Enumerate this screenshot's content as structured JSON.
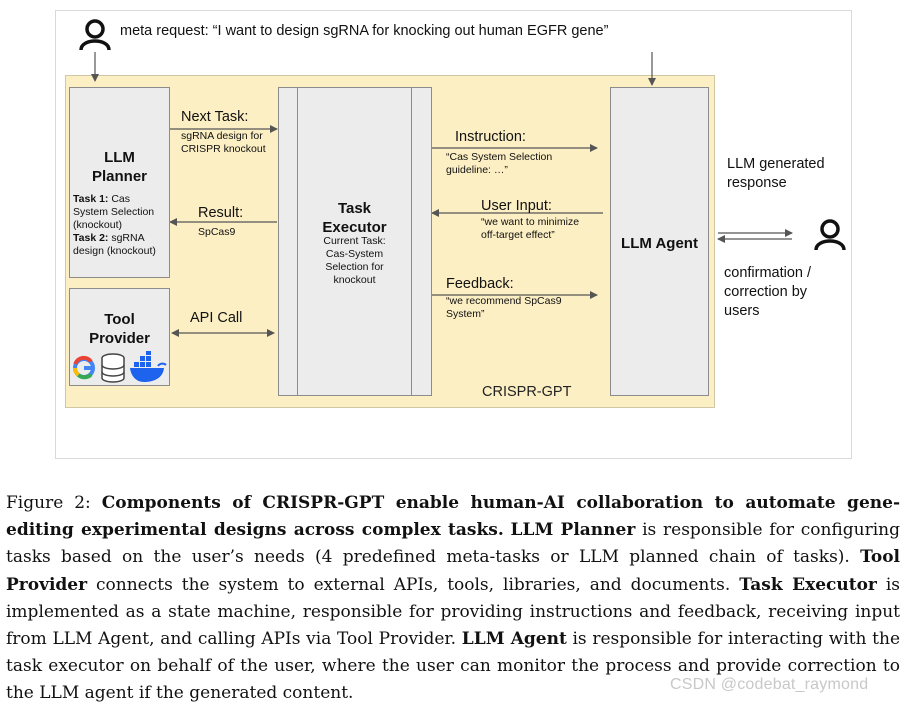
{
  "meta_request": "meta request: “I want to design sgRNA for knocking out human EGFR gene”",
  "planner": {
    "title": "LLM\nPlanner",
    "task1_label": "Task 1:",
    "task1_text": " Cas System Selection (knockout)",
    "task2_label": "Task 2:",
    "task2_text": " sgRNA design (knockout)"
  },
  "tool_provider": {
    "title": "Tool\nProvider",
    "icons": [
      "google-icon",
      "database-icon",
      "docker-icon"
    ]
  },
  "executor": {
    "title": "Task\nExecutor",
    "subtitle": "Current Task:\nCas-System\nSelection for\nknockout"
  },
  "agent": {
    "title": "LLM Agent"
  },
  "system_label": "CRISPR-GPT",
  "flows": {
    "next_task_title": "Next Task:",
    "next_task_text": "sgRNA design for\nCRISPR knockout",
    "result_title": "Result:",
    "result_text": "SpCas9",
    "api_call": "API Call",
    "instruction_title": "Instruction:",
    "instruction_text": "“Cas System Selection\nguideline: …”",
    "user_input_title": "User Input:",
    "user_input_text": "“we want to minimize\noff-target effect”",
    "feedback_title": "Feedback:",
    "feedback_text": "“we recommend SpCas9\nSystem”"
  },
  "right_side": {
    "generated_response": "LLM generated\nresponse",
    "confirmation": "confirmation /\ncorrection by\nusers"
  },
  "caption": {
    "figure_label": "Figure 2: ",
    "bold_title": "Components of CRISPR-GPT enable human-AI collaboration to automate gene-editing experimental designs across complex tasks.",
    "planner_name": "LLM Planner",
    "planner_desc": " is responsible for configuring tasks based on the user’s needs (4 predefined meta-tasks or LLM planned chain of tasks). ",
    "tool_name": "Tool Provider",
    "tool_desc": " connects the system to external APIs, tools, libraries, and documents. ",
    "executor_name": "Task Executor",
    "executor_desc": " is implemented as a state machine, responsible for providing instructions and feedback, receiving input from LLM Agent, and calling APIs via Tool Provider. ",
    "agent_name": "LLM Agent",
    "agent_desc": " is responsible for interacting with the task executor on behalf of the user, where the user can monitor the process and provide correction to the LLM agent if the generated content."
  },
  "watermark": "CSDN @codebat_raymond"
}
